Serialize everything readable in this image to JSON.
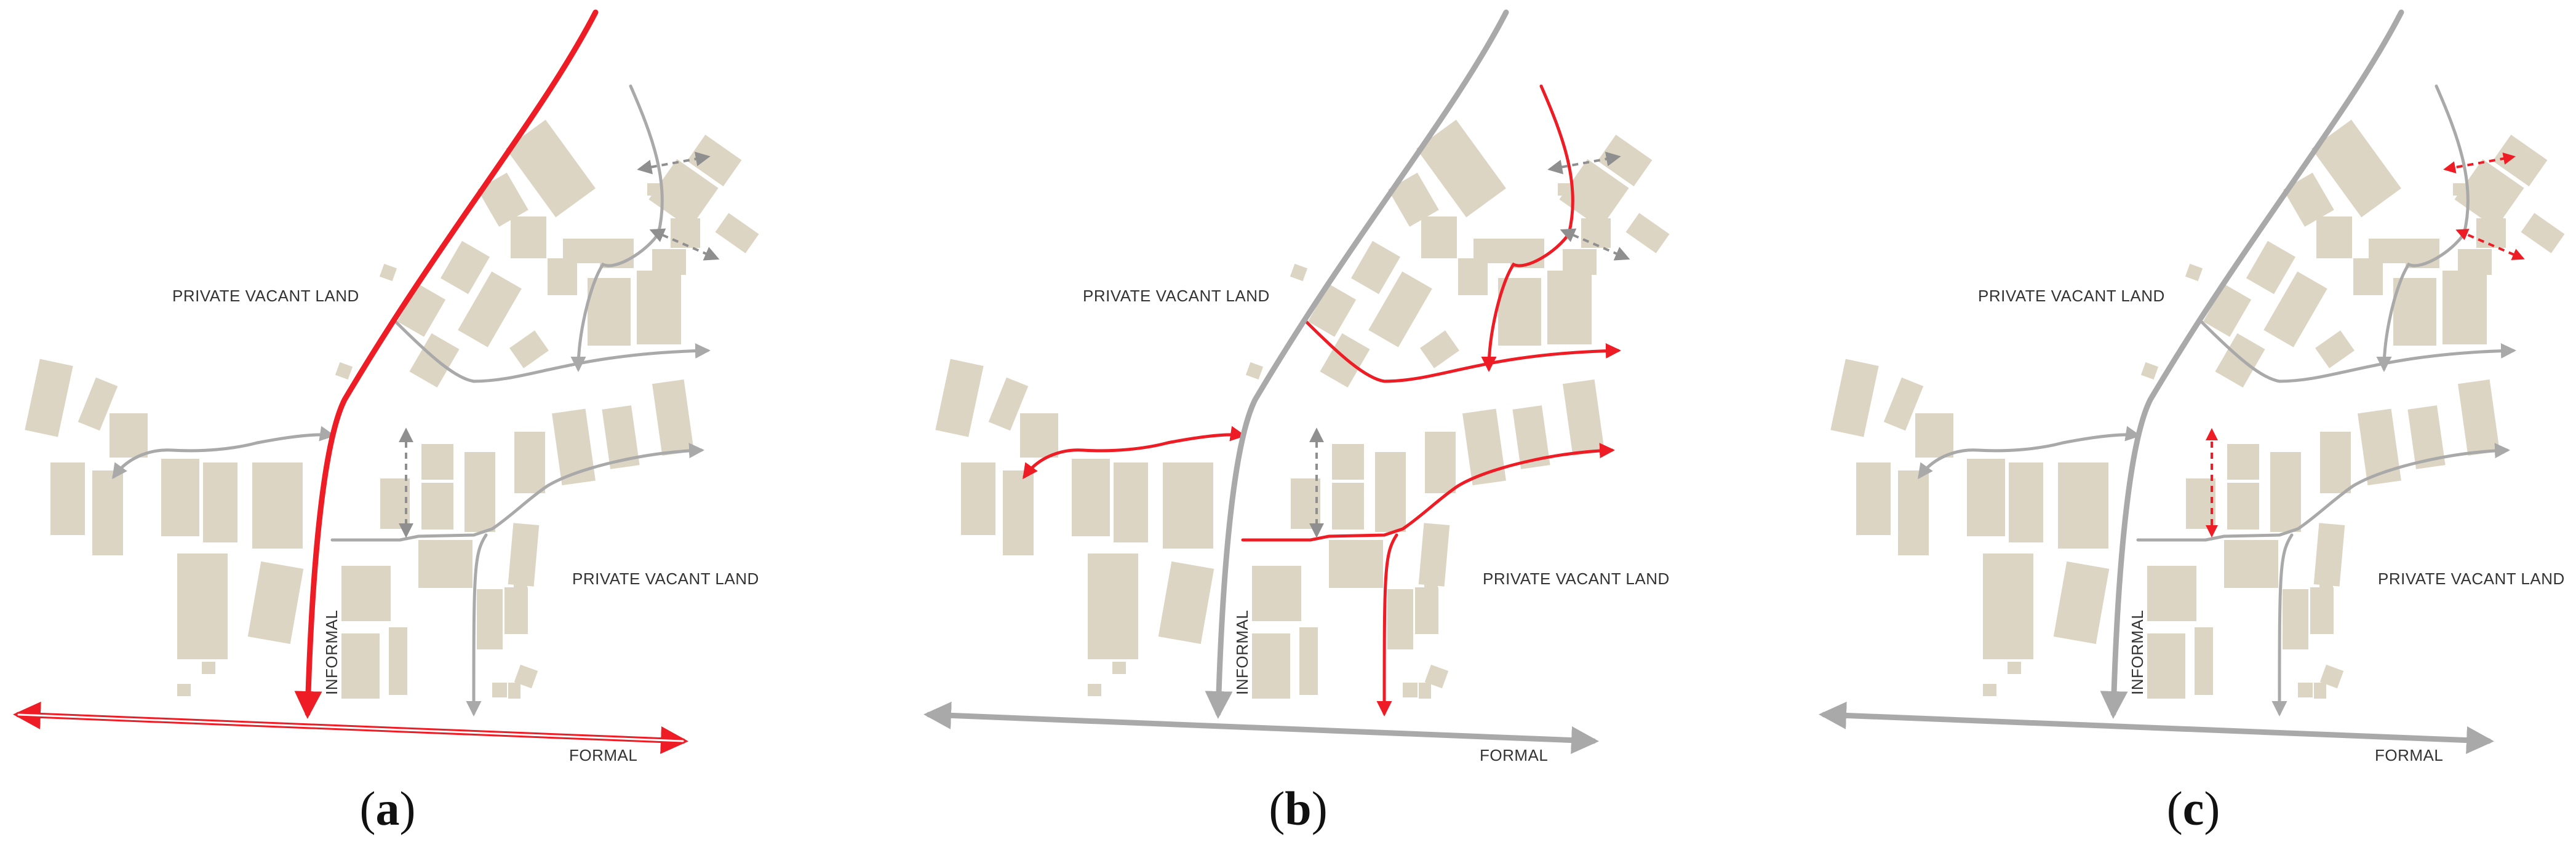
{
  "colors": {
    "building": "#ddd5c3",
    "grey_path": "#a9a9a9",
    "red_path": "#ee1c24",
    "dashed_grey": "#8f8f8f",
    "label_text": "#333333"
  },
  "panels": [
    {
      "id": "a",
      "caption_open": "(",
      "caption_letter": "a",
      "caption_close": ")",
      "label_private_1": "PRIVATE VACANT LAND",
      "label_private_2": "PRIVATE VACANT LAND",
      "label_informal": "INFORMAL",
      "label_formal": "FORMAL",
      "highlight": "formal-and-informal-main-roads",
      "highlight_color": "#ee1c24"
    },
    {
      "id": "b",
      "caption_open": "(",
      "caption_letter": "b",
      "caption_close": ")",
      "label_private_1": "PRIVATE VACANT LAND",
      "label_private_2": "PRIVATE VACANT LAND",
      "label_informal": "INFORMAL",
      "label_formal": "FORMAL",
      "highlight": "internal-secondary-paths",
      "highlight_color": "#ee1c24"
    },
    {
      "id": "c",
      "caption_open": "(",
      "caption_letter": "c",
      "caption_close": ")",
      "label_private_1": "PRIVATE VACANT LAND",
      "label_private_2": "PRIVATE VACANT LAND",
      "label_informal": "INFORMAL",
      "label_formal": "FORMAL",
      "highlight": "dashed-alley-connections",
      "highlight_color": "#ee1c24"
    }
  ]
}
